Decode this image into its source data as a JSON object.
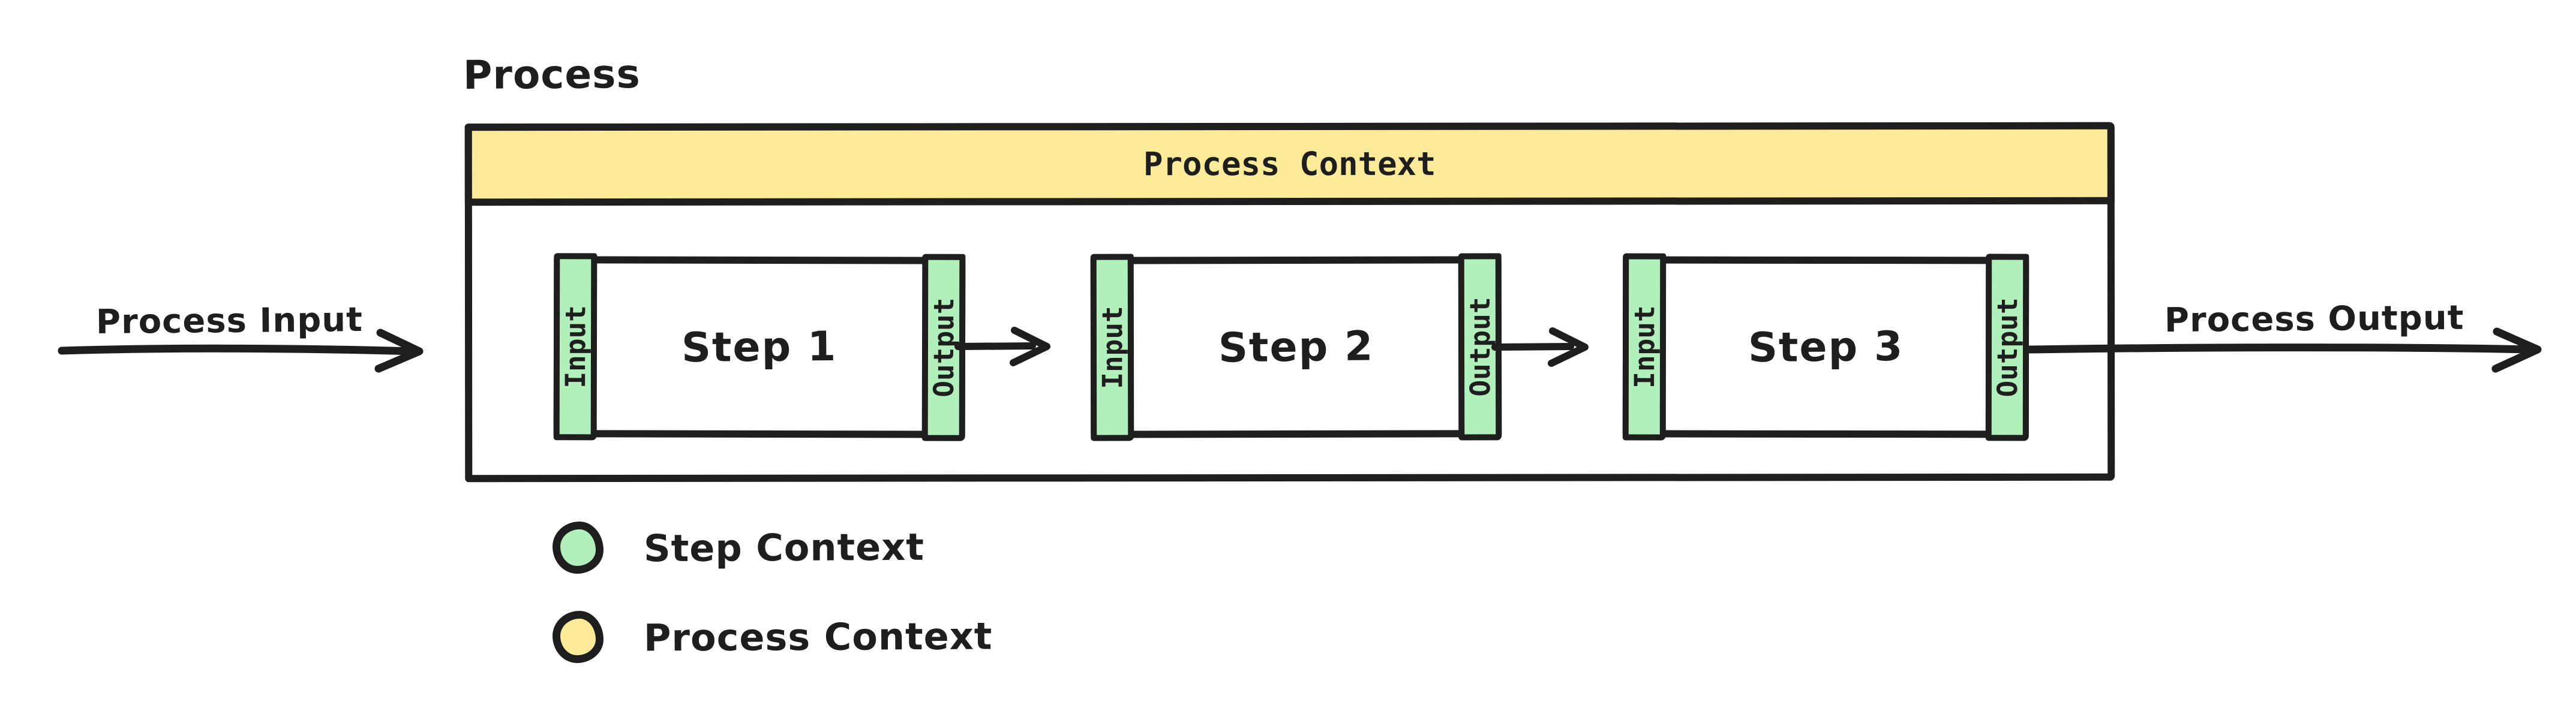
{
  "title": "Process",
  "banner": {
    "label": "Process Context"
  },
  "steps": [
    {
      "label": "Step 1",
      "input": "Input",
      "output": "Output"
    },
    {
      "label": "Step 2",
      "input": "Input",
      "output": "Output"
    },
    {
      "label": "Step 3",
      "input": "Input",
      "output": "Output"
    }
  ],
  "io": {
    "input_label": "Process Input",
    "output_label": "Process Output"
  },
  "legend": {
    "items": [
      {
        "label": "Step Context",
        "color": "#B2F0BB"
      },
      {
        "label": "Process Context",
        "color": "#FDEB9A"
      }
    ]
  },
  "colors": {
    "ink": "#1E1E1E",
    "step_context_fill": "#B2F0BB",
    "process_context_fill": "#FDEB9A"
  }
}
